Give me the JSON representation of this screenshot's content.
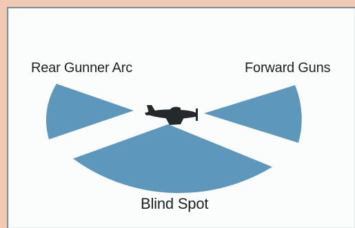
{
  "labels": {
    "rear_gunner_arc": "Rear Gunner Arc",
    "forward_guns": "Forward Guns",
    "blind_spot": "Blind Spot"
  },
  "colors": {
    "arc_fill": "#5e97bc",
    "aircraft": "#24292b",
    "background": "#fbfdfc",
    "border": "#f2c9b4"
  },
  "icons": {
    "aircraft": "fighter-plane-icon"
  }
}
